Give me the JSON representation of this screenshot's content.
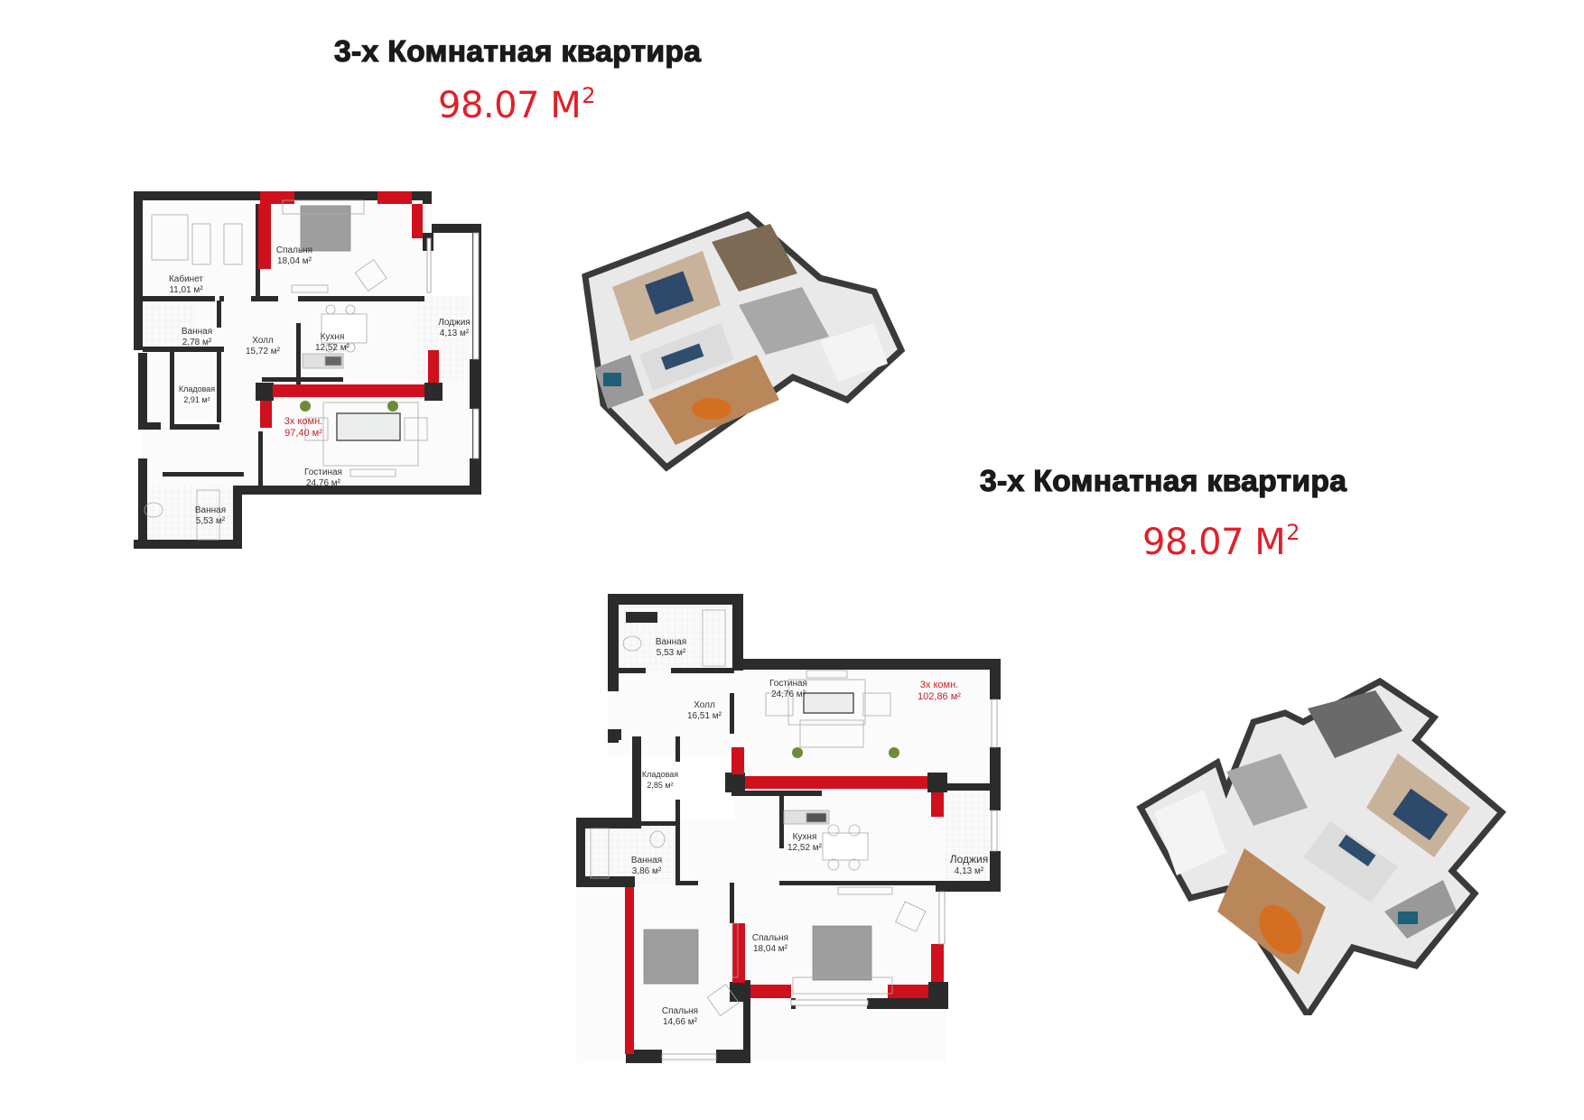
{
  "colors": {
    "title": "#1a1a1a",
    "area_red": "#e0202a",
    "wall_dark": "#2b2b2b",
    "wall_red": "#d0101c",
    "room_label": "#333333",
    "total_label_red": "#c8202c"
  },
  "listings": [
    {
      "title": "3-х Комнатная квартира",
      "area_value": "98.07 М",
      "area_sup": "2",
      "plan": {
        "total_label": "3х комн.",
        "total_area": "97,40 м²",
        "rooms": [
          {
            "name": "Кабинет",
            "area": "11,01 м²"
          },
          {
            "name": "Спальня",
            "area": "18,04 м²"
          },
          {
            "name": "Ванная",
            "area": "2,78 м²"
          },
          {
            "name": "Холл",
            "area": "15,72 м²"
          },
          {
            "name": "Кухня",
            "area": "12,52 м²"
          },
          {
            "name": "Лоджия",
            "area": "4,13 м²"
          },
          {
            "name": "Кладовая",
            "area": "2,91 м²"
          },
          {
            "name": "Гостиная",
            "area": "24,76 м²"
          },
          {
            "name": "Ванная",
            "area": "5,53 м²"
          }
        ]
      },
      "render_3d": "3d-apartment-render"
    },
    {
      "title": "3-х Комнатная квартира",
      "area_value": "98.07 М",
      "area_sup": "2",
      "plan": {
        "total_label": "3х комн.",
        "total_area": "102,86 м²",
        "rooms": [
          {
            "name": "Ванная",
            "area": "5,53 м²"
          },
          {
            "name": "Гостиная",
            "area": "24,76 м²"
          },
          {
            "name": "Холл",
            "area": "16,51 м²"
          },
          {
            "name": "Кладовая",
            "area": "2,85 м²"
          },
          {
            "name": "Кухня",
            "area": "12,52 м²"
          },
          {
            "name": "Лоджия",
            "area": "4,13 м²"
          },
          {
            "name": "Ванная",
            "area": "3,86 м²"
          },
          {
            "name": "Спальня",
            "area": "18,04 м²"
          },
          {
            "name": "Спальня",
            "area": "14,66 м²"
          }
        ]
      },
      "render_3d": "3d-apartment-render"
    }
  ]
}
